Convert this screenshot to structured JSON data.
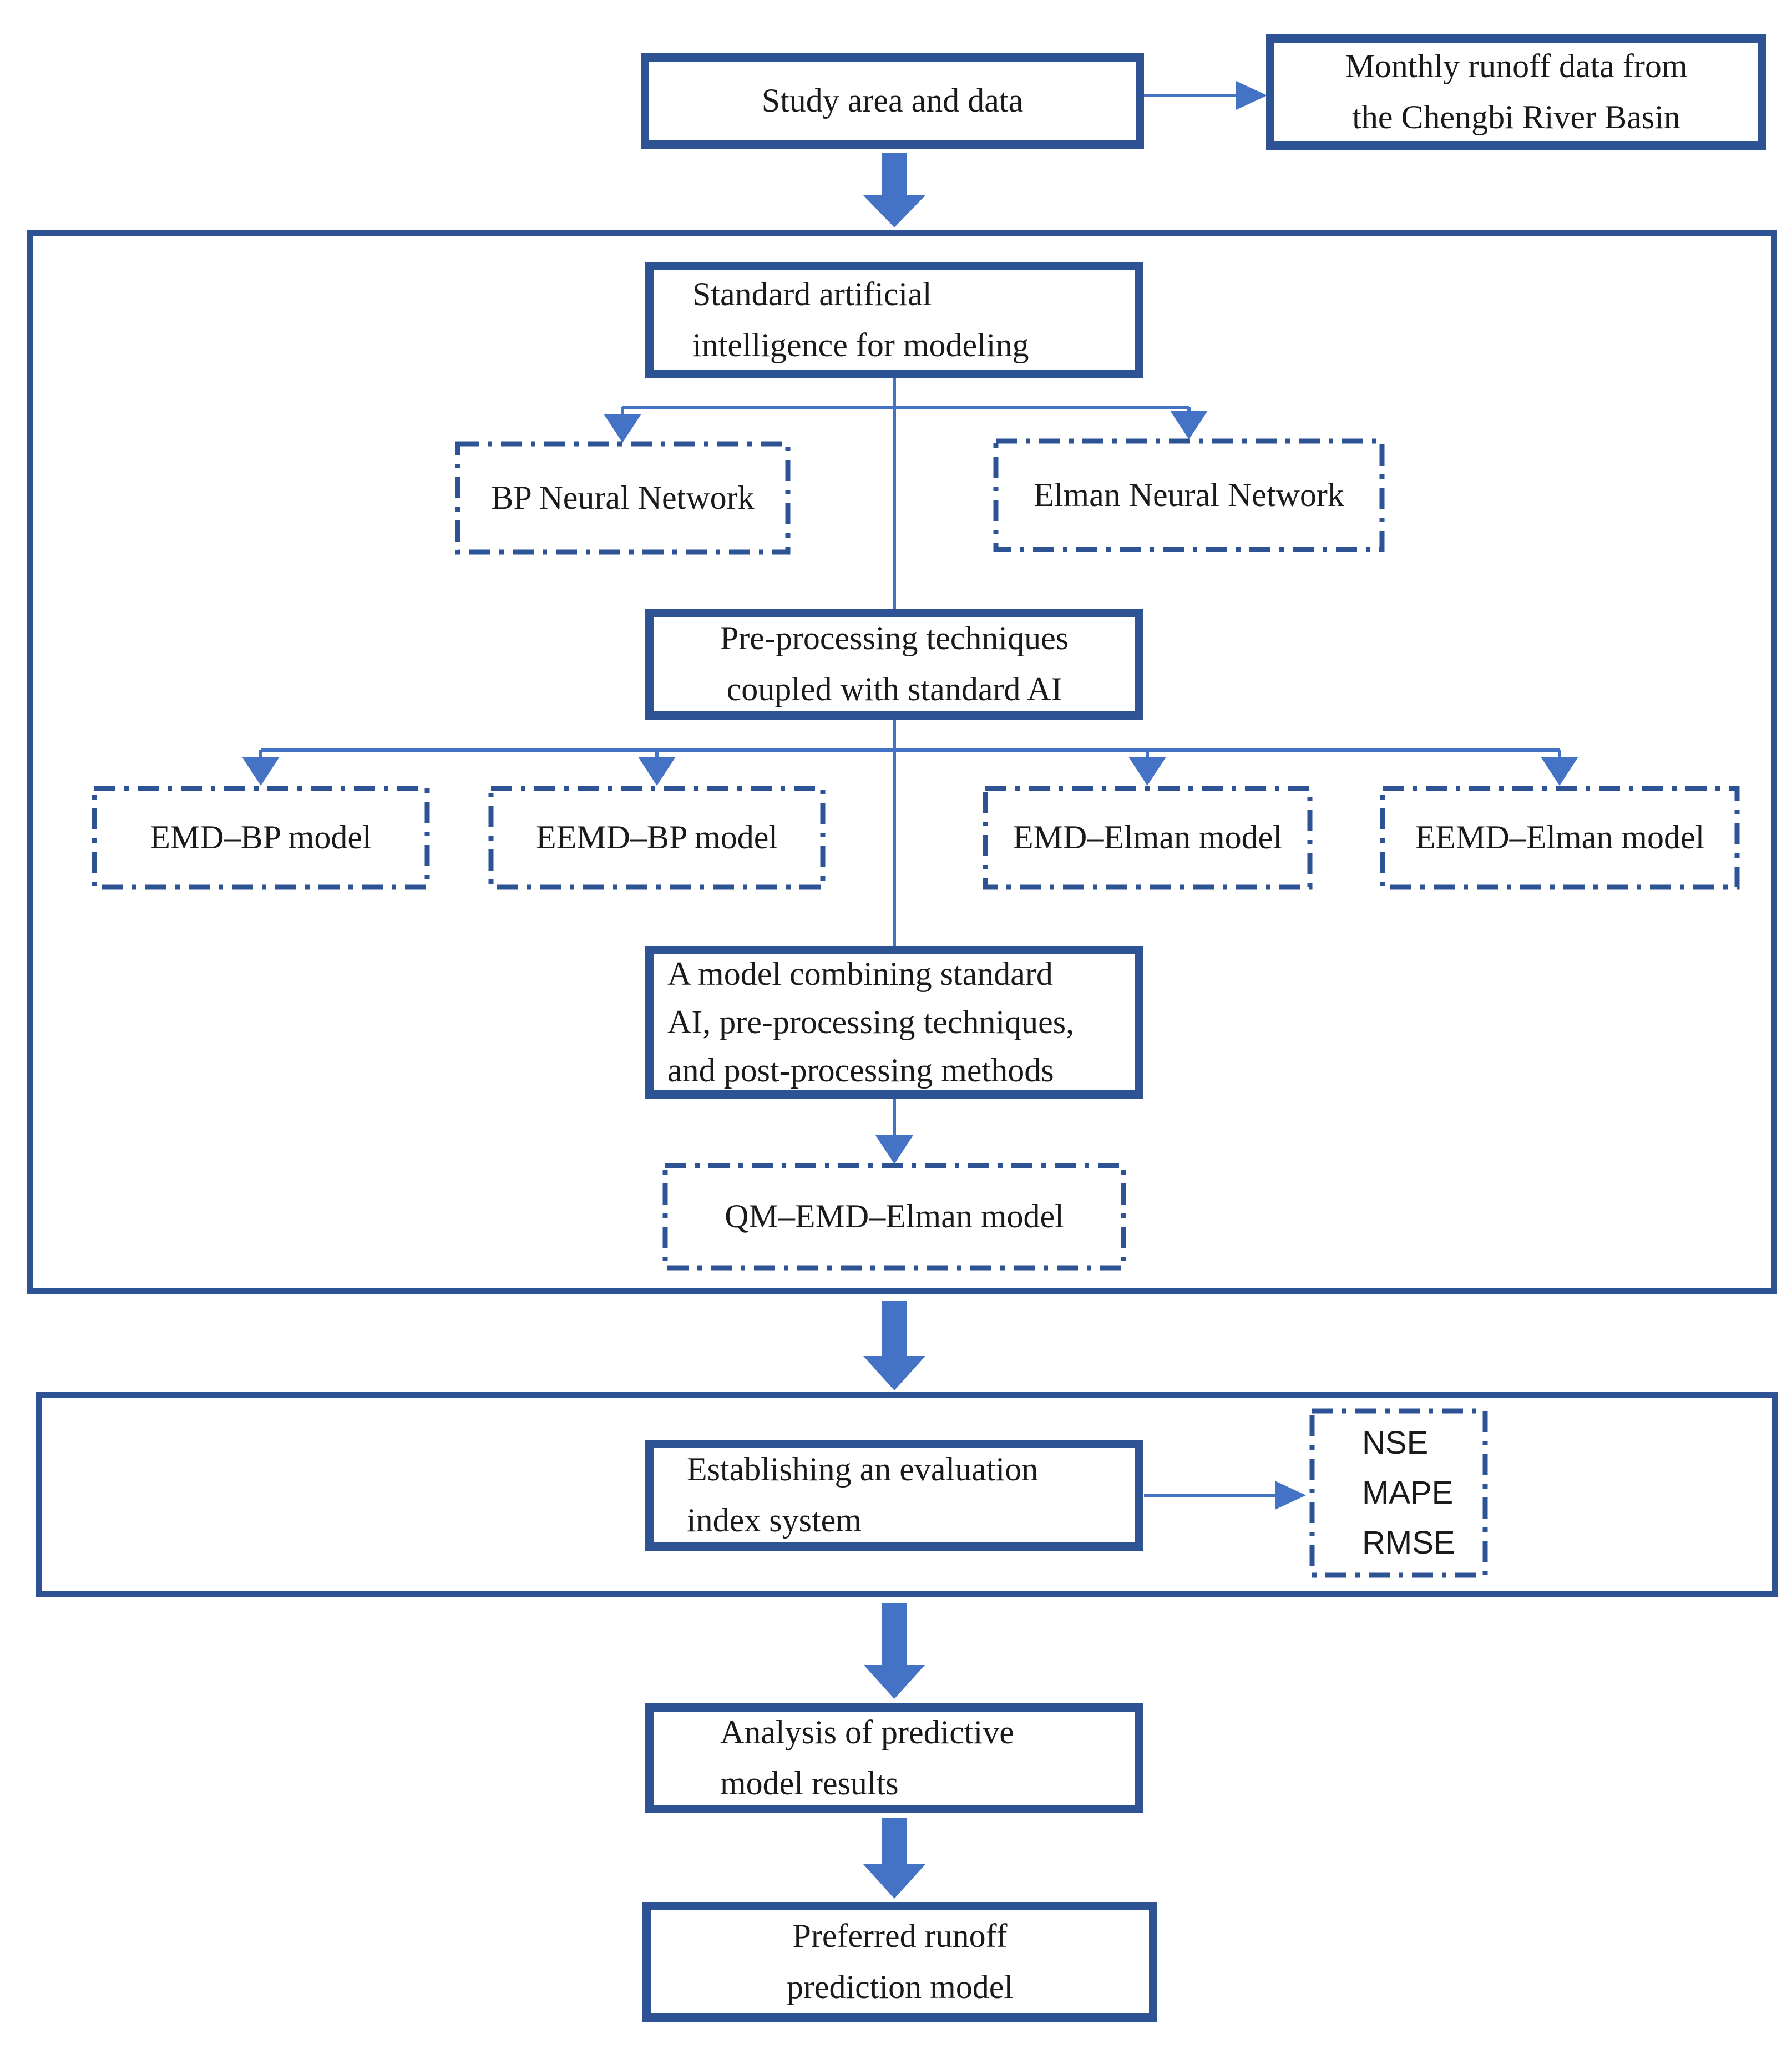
{
  "palette": {
    "box_border_blue": "#2e5395",
    "arrow_blue": "#4472c4",
    "text_color": "#1a1a1a",
    "background": "#ffffff"
  },
  "nodes": {
    "study_area": {
      "label": "Study area and data"
    },
    "monthly_runoff": {
      "lines": [
        "Monthly runoff data from",
        "the Chengbi River Basin"
      ]
    },
    "standard_ai": {
      "lines": [
        "Standard artificial",
        "intelligence for modeling"
      ]
    },
    "bp_nn": {
      "label": "BP Neural Network"
    },
    "elman_nn": {
      "label": "Elman Neural Network"
    },
    "preprocessing": {
      "lines": [
        "Pre-processing techniques",
        "coupled with standard AI"
      ]
    },
    "emd_bp": {
      "label": "EMD–BP model"
    },
    "eemd_bp": {
      "label": "EEMD–BP model"
    },
    "emd_elman": {
      "label": "EMD–Elman model"
    },
    "eemd_elman": {
      "label": "EEMD–Elman model"
    },
    "combined_model": {
      "lines": [
        "A model combining standard",
        "AI, pre-processing techniques,",
        "and post-processing methods"
      ]
    },
    "qm_emd_elman": {
      "label": "QM–EMD–Elman model"
    },
    "evaluation_index": {
      "lines": [
        "Establishing an evaluation",
        "index system"
      ]
    },
    "metrics": {
      "lines": [
        "NSE",
        "MAPE",
        "RMSE"
      ]
    },
    "analysis": {
      "lines": [
        "Analysis of predictive",
        "model results"
      ]
    },
    "preferred": {
      "lines": [
        "Preferred runoff",
        "prediction model"
      ]
    }
  }
}
